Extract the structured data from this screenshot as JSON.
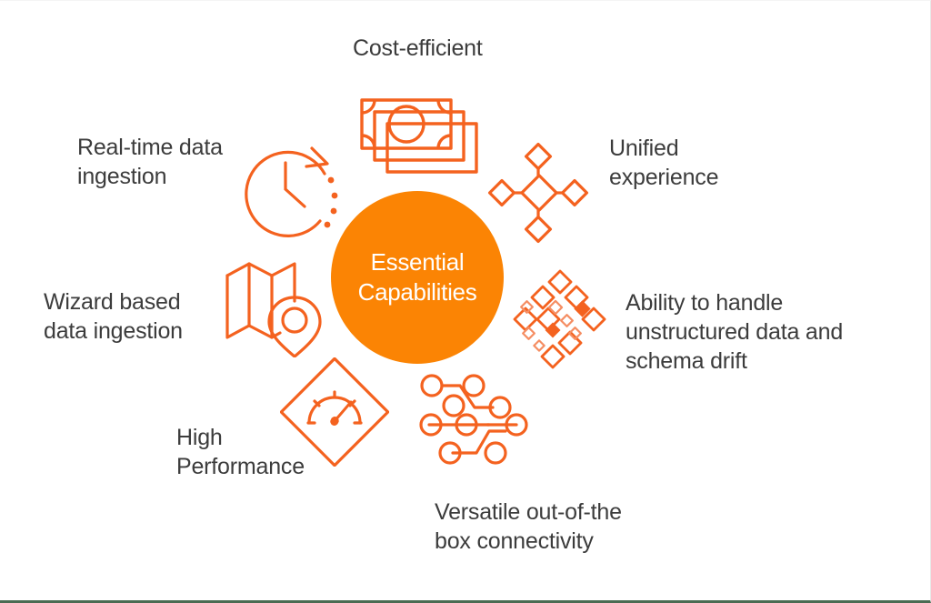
{
  "diagram": {
    "type": "hub-and-spoke",
    "accent_color": "#f4621f",
    "hub_fill_color": "#fb8404",
    "hub_text_color": "#ffffff",
    "label_text_color": "#3c3c3c",
    "background_color": "#ffffff",
    "frame_color": "#4a6b52",
    "hub": {
      "label": "Essential\nCapabilities"
    },
    "spokes": [
      {
        "id": "cost-efficient",
        "label": "Cost-efficient",
        "icon": "banknotes-icon",
        "position": "top"
      },
      {
        "id": "real-time-data-ingestion",
        "label": "Real-time data\ningestion",
        "icon": "clock-refresh-icon",
        "position": "top-left"
      },
      {
        "id": "unified-experience",
        "label": "Unified\nexperience",
        "icon": "network-nodes-icon",
        "position": "top-right"
      },
      {
        "id": "wizard-based-data-ingestion",
        "label": "Wizard based\ndata ingestion",
        "icon": "map-pin-icon",
        "position": "left"
      },
      {
        "id": "unstructured-data-schema-drift",
        "label": "Ability to handle\nunstructured data and\nschema drift",
        "icon": "diamond-cluster-icon",
        "position": "right"
      },
      {
        "id": "high-performance",
        "label": "High\nPerformance",
        "icon": "gauge-diamond-icon",
        "position": "bottom-left"
      },
      {
        "id": "versatile-connectivity",
        "label": "Versatile out-of-the\nbox connectivity",
        "icon": "circuit-nodes-icon",
        "position": "bottom-right"
      }
    ]
  }
}
